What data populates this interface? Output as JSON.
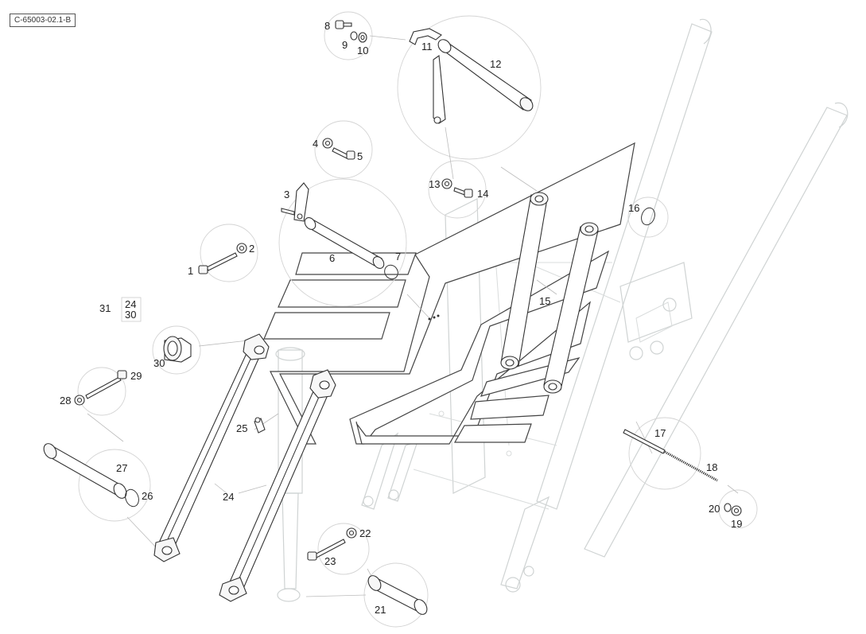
{
  "drawing_ref": "C-65003-02.1-B",
  "callouts": {
    "c1": "1",
    "c2": "2",
    "c3": "3",
    "c4": "4",
    "c5": "5",
    "c6": "6",
    "c7": "7",
    "c8": "8",
    "c9": "9",
    "c10": "10",
    "c11": "11",
    "c12": "12",
    "c13": "13",
    "c14": "14",
    "c15": "15",
    "c16": "16",
    "c17": "17",
    "c18": "18",
    "c19": "19",
    "c20": "20",
    "c21": "21",
    "c22": "22",
    "c23": "23",
    "c24": "24",
    "c25": "25",
    "c26": "26",
    "c27": "27",
    "c28": "28",
    "c29": "29",
    "c30": "30",
    "c31": "31",
    "kit_24": "24",
    "kit_30": "30"
  }
}
